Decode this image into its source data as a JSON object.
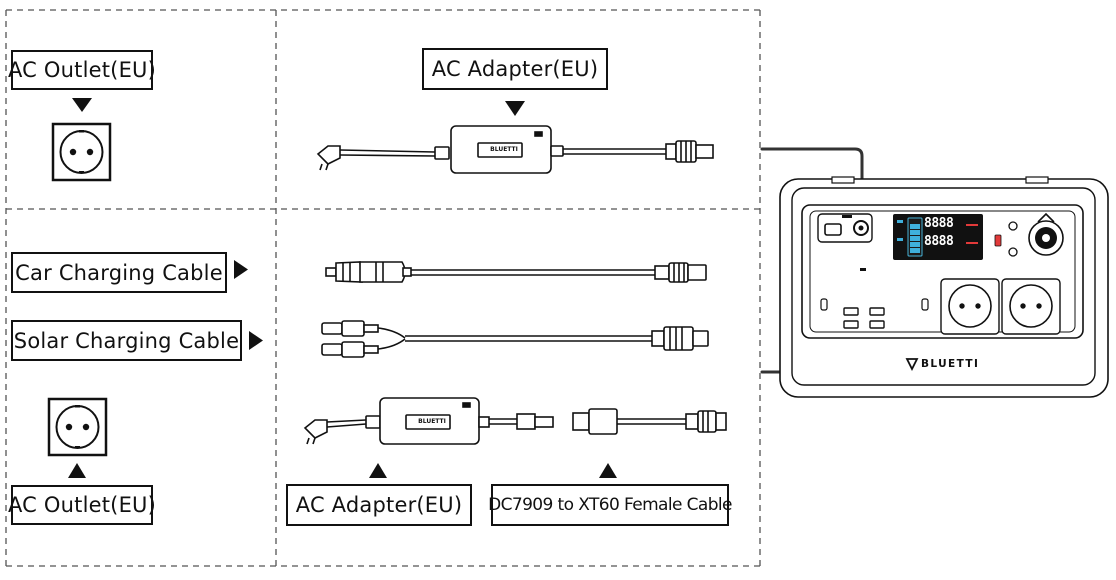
{
  "labels": {
    "ac_outlet_top": "AC Outlet(EU)",
    "ac_adapter_top": "AC  Adapter(EU)",
    "car_charging_cable": "Car Charging Cable",
    "solar_charging_cable": "Solar Charging Cable",
    "ac_outlet_bottom": "AC Outlet(EU)",
    "ac_adapter_bottom": "AC  Adapter(EU)",
    "dc7909_cable": "DC7909 to XT60 Female Cable"
  },
  "adapter_brand": "BLUETTI",
  "station_brand": "BLUETTI",
  "display_readout_1": "8888",
  "display_readout_2": "8888"
}
